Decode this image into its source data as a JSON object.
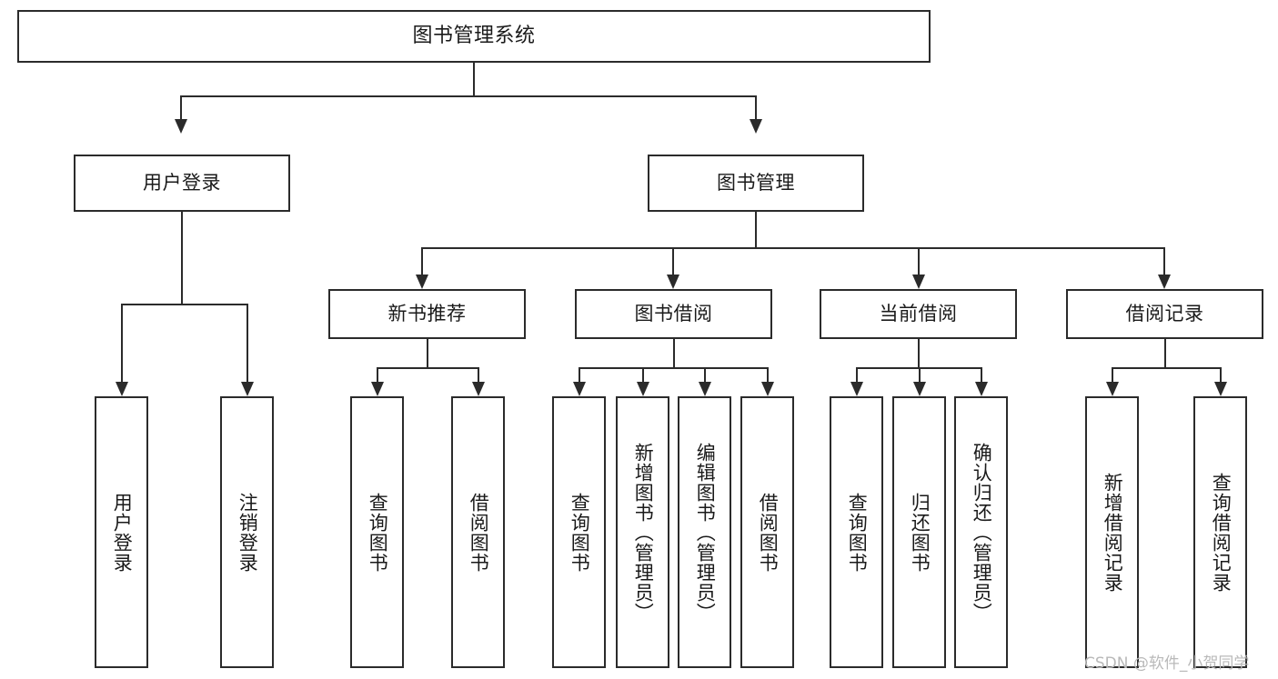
{
  "diagram": {
    "title": "图书管理系统",
    "type": "tree-hierarchy",
    "watermark": "CSDN @软件_小贺同学",
    "levels": {
      "level1": [
        {
          "id": "root",
          "label": "图书管理系统"
        }
      ],
      "level2": [
        {
          "id": "user-login",
          "label": "用户登录",
          "parent": "root"
        },
        {
          "id": "book-manage",
          "label": "图书管理",
          "parent": "root"
        }
      ],
      "level3": [
        {
          "id": "new-book-rec",
          "label": "新书推荐",
          "parent": "book-manage"
        },
        {
          "id": "book-borrow",
          "label": "图书借阅",
          "parent": "book-manage"
        },
        {
          "id": "current-borrow",
          "label": "当前借阅",
          "parent": "book-manage"
        },
        {
          "id": "borrow-record",
          "label": "借阅记录",
          "parent": "book-manage"
        }
      ],
      "level4": [
        {
          "id": "leaf-user-login",
          "label": "用户登录",
          "parent": "user-login"
        },
        {
          "id": "leaf-user-logout",
          "label": "注销登录",
          "parent": "user-login"
        },
        {
          "id": "leaf-query-book-1",
          "label": "查询图书",
          "parent": "new-book-rec"
        },
        {
          "id": "leaf-borrow-book-1",
          "label": "借阅图书",
          "parent": "new-book-rec"
        },
        {
          "id": "leaf-query-book-2",
          "label": "查询图书",
          "parent": "book-borrow"
        },
        {
          "id": "leaf-add-book",
          "label": "新增图书（管理员）",
          "parent": "book-borrow"
        },
        {
          "id": "leaf-edit-book",
          "label": "编辑图书（管理员）",
          "parent": "book-borrow"
        },
        {
          "id": "leaf-borrow-book-2",
          "label": "借阅图书",
          "parent": "book-borrow"
        },
        {
          "id": "leaf-query-book-3",
          "label": "查询图书",
          "parent": "current-borrow"
        },
        {
          "id": "leaf-return-book",
          "label": "归还图书",
          "parent": "current-borrow"
        },
        {
          "id": "leaf-confirm-return",
          "label": "确认归还（管理员）",
          "parent": "current-borrow"
        },
        {
          "id": "leaf-add-record",
          "label": "新增借阅记录",
          "parent": "borrow-record"
        },
        {
          "id": "leaf-query-record",
          "label": "查询借阅记录",
          "parent": "borrow-record"
        }
      ]
    },
    "colors": {
      "stroke": "#2b2b2b",
      "fill": "#ffffff",
      "text": "#1a1a1a",
      "watermark": "#b9b9b9"
    }
  }
}
